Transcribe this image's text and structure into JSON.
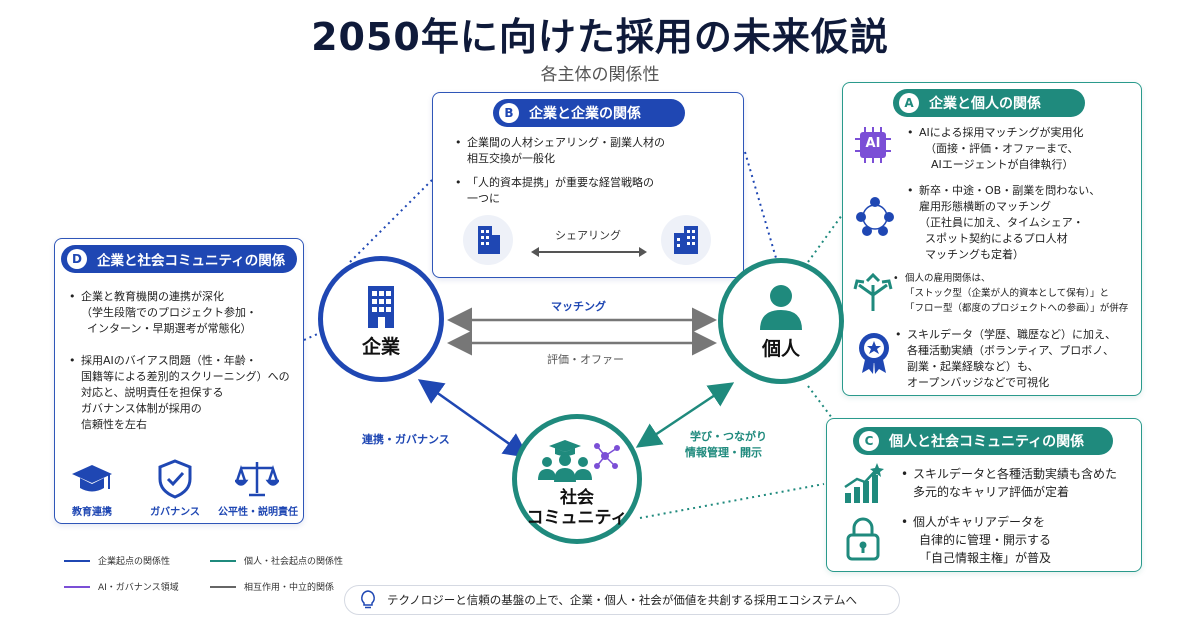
{
  "title": "2050年に向けた採用の未来仮説",
  "subtitle": "各主体の関係性",
  "nodes": {
    "company": "企業",
    "individual": "個人",
    "community_line1": "社会",
    "community_line2": "コミュニティ"
  },
  "edges": {
    "matching": "マッチング",
    "evaluation_offer": "評価・オファー",
    "collab_governance": "連携・ガバナンス",
    "learning": "学び・つながり",
    "info_management": "情報管理・開示"
  },
  "panel_b": {
    "badge": "B",
    "title": "企業と企業の関係",
    "bullets": [
      [
        "企業間の人材シェアリング・副業人材の",
        "相互交換が一般化"
      ],
      [
        "「人的資本提携」が重要な経営戦略の",
        "一つに"
      ]
    ],
    "sharing": "シェアリング"
  },
  "panel_a": {
    "badge": "A",
    "title": "企業と個人の関係",
    "ai_icon_text": "AI",
    "bullets": [
      [
        "AIによる採用マッチングが実用化",
        "（面接・評価・オファーまで、",
        "AIエージェントが自律執行）"
      ],
      [
        "新卒・中途・OB・副業を問わない、",
        "雇用形態横断のマッチング",
        "（正社員に加え、タイムシェア・",
        "スポット契約によるプロ人材",
        "マッチングも定着）"
      ],
      [
        "個人の雇用関係は、",
        "「ストック型（企業が人的資本として保有）」と",
        "「フロー型（都度のプロジェクトへの参画）」が併存"
      ],
      [
        "スキルデータ（学歴、職歴など）に加え、",
        "各種活動実績（ボランティア、プロボノ、",
        "副業・起業経験など）も、",
        "オープンバッジなどで可視化"
      ]
    ]
  },
  "panel_c": {
    "badge": "C",
    "title": "個人と社会コミュニティの関係",
    "bullets": [
      [
        "スキルデータと各種活動実績も含めた",
        "多元的なキャリア評価が定着"
      ],
      [
        "個人がキャリアデータを",
        "自律的に管理・開示する",
        "「自己情報主権」が普及"
      ]
    ]
  },
  "panel_d": {
    "badge": "D",
    "title": "企業と社会コミュニティの関係",
    "bullets": [
      [
        "企業と教育機関の連携が深化",
        "（学生段階でのプロジェクト参加・",
        "インターン・早期選考が常態化）"
      ],
      [
        "採用AIのバイアス問題（性・年齢・",
        "国籍等による差別的スクリーニング）への",
        "対応と、説明責任を担保する",
        "ガバナンス体制が採用の",
        "信頼性を左右"
      ]
    ],
    "icons": [
      "教育連携",
      "ガバナンス",
      "公平性・説明責任"
    ]
  },
  "legend": [
    {
      "label": "企業起点の関係性",
      "color": "#1f47b3"
    },
    {
      "label": "個人・社会起点の関係性",
      "color": "#1f8a7d"
    },
    {
      "label": "AI・ガバナンス領域",
      "color": "#7b4fd6"
    },
    {
      "label": "相互作用・中立的関係",
      "color": "#666666"
    }
  ],
  "footer": "テクノロジーと信頼の基盤の上で、企業・個人・社会が価値を共創する採用エコシステムへ",
  "colors": {
    "blue": "#1f47b3",
    "teal": "#1f8a7d",
    "gray": "#777777",
    "navy": "#0f1a3a"
  }
}
